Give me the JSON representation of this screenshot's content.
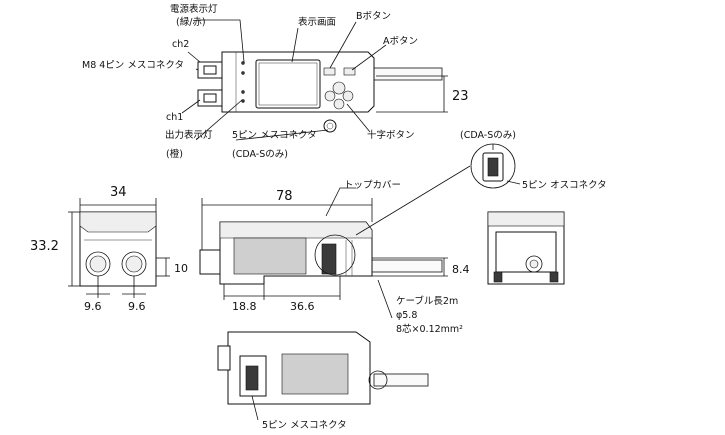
{
  "labels": {
    "power_led": "電源表示灯",
    "power_led_color": "(緑/赤)",
    "display": "表示画面",
    "b_button": "Bボタン",
    "a_button": "Aボタン",
    "ch2": "ch2",
    "m8_connector": "M8 4ピン メスコネクタ",
    "ch1": "ch1",
    "output_led": "出力表示灯",
    "output_led_color": "(橙)",
    "pin5_female_top": "5ピン メスコネクタ",
    "cda_s_only_top": "(CDA-Sのみ)",
    "cross_button": "十字ボタン",
    "cda_s_only_right": "(CDA-Sのみ)",
    "pin5_male": "5ピン オスコネクタ",
    "top_cover": "トップカバー",
    "cable_length": "ケーブル長2m",
    "cable_diameter": "φ5.8",
    "cable_cores": "8芯×0.12mm²",
    "pin5_female_bottom": "5ピン メスコネクタ"
  },
  "dimensions": {
    "height_23": "23",
    "width_34": "34",
    "height_33_2": "33.2",
    "dim_10": "10",
    "pitch_left": "9.6",
    "pitch_right": "9.6",
    "length_78": "78",
    "dim_18_8": "18.8",
    "dim_36_6": "36.6",
    "dim_8_4": "8.4"
  }
}
